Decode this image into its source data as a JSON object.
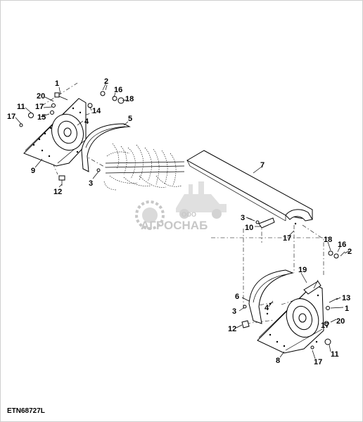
{
  "figure_id": "ETN68727L",
  "watermark": {
    "company_prefix": "ООО",
    "company_name": "АГРОСНАБ"
  },
  "callouts": {
    "c1_top": "1",
    "c2_top": "2",
    "c16_top": "16",
    "c18_top": "18",
    "c20_top": "20",
    "c17_top_a": "17",
    "c14_top": "14",
    "c11_top": "11",
    "c17_top_b": "17",
    "c15_top": "15",
    "c5_top": "5",
    "c4_top": "4",
    "c9_top": "9",
    "c12_top": "12",
    "c3_top": "3",
    "c7": "7",
    "c3_mid": "3",
    "c10": "10",
    "c17_mid": "17",
    "c18_bot": "18",
    "c16_bot": "16",
    "c2_bot": "2",
    "c19": "19",
    "c6": "6",
    "c4_bot": "4",
    "c13": "13",
    "c1_bot": "1",
    "c3_bot": "3",
    "c17_bot_a": "17",
    "c20_bot": "20",
    "c12_bot": "12",
    "c11_bot": "11",
    "c8": "8",
    "c17_bot_b": "17"
  }
}
